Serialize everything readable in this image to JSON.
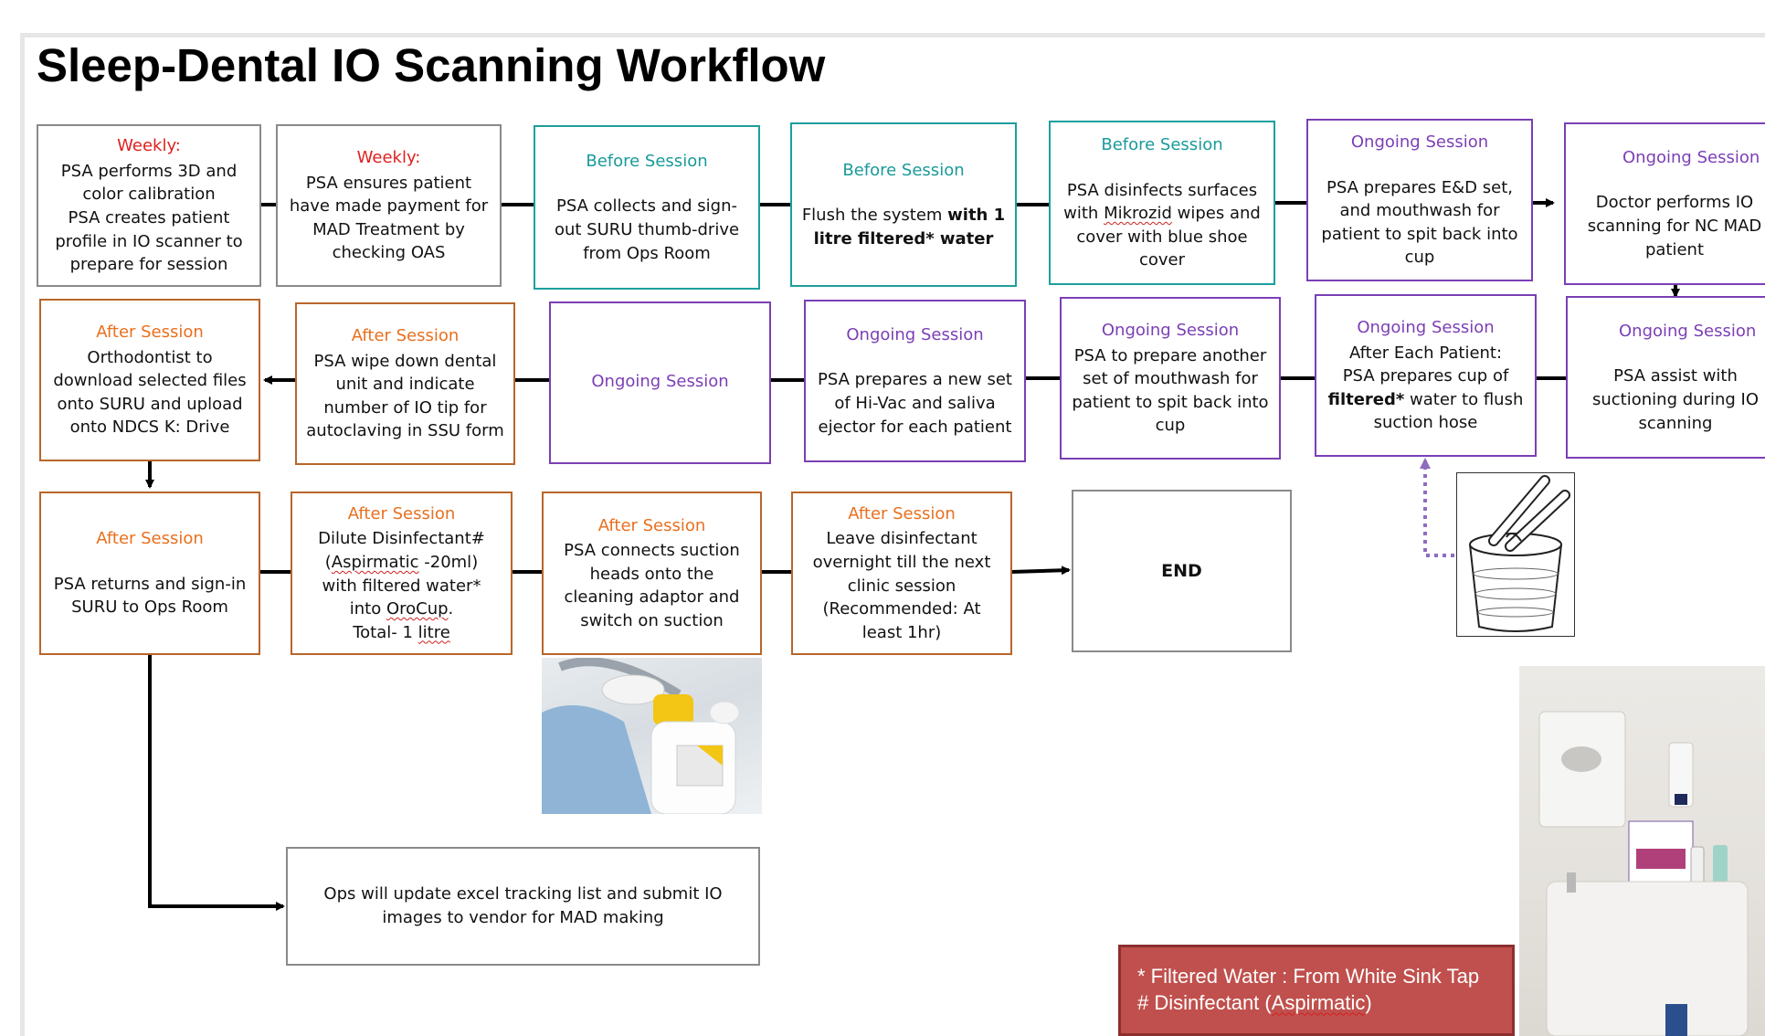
{
  "title": "Sleep-Dental IO Scanning Workflow",
  "colors": {
    "weekly": "#e02020",
    "before": "#1a9a9a",
    "ongoing": "#7b3fb5",
    "after": "#e8701f",
    "legend_bg": "#c0504d"
  },
  "row1": {
    "b1": {
      "head": "Weekly:",
      "l1": "PSA performs 3D and color calibration",
      "l2": "PSA creates patient profile in IO scanner to prepare for session"
    },
    "b2": {
      "head": "Weekly:",
      "body": "PSA ensures patient have made payment for MAD Treatment by checking OAS"
    },
    "b3": {
      "head": "Before Session",
      "body": "PSA collects and sign-out SURU thumb-drive from Ops Room"
    },
    "b4": {
      "head": "Before Session",
      "pre": "Flush the system ",
      "bold": "with 1 litre filtered* water"
    },
    "b5": {
      "head": "Before Session",
      "pre": "PSA disinfects surfaces with ",
      "sq": "Mikrozid",
      "post": " wipes and cover with blue shoe cover"
    },
    "b6": {
      "head": "Ongoing Session",
      "body": "PSA prepares E&D set, and mouthwash for patient to spit back into cup"
    },
    "b7": {
      "head": "Ongoing Session",
      "body": "Doctor performs IO scanning for NC MAD patient"
    }
  },
  "row2": {
    "b1": {
      "head": "After Session",
      "body": "Orthodontist to download selected files onto SURU and upload onto NDCS K: Drive"
    },
    "b2": {
      "head": "After Session",
      "body": "PSA wipe down dental unit and indicate number of IO tip for autoclaving in SSU form"
    },
    "b3": {
      "head": "Ongoing Session"
    },
    "b4": {
      "head": "Ongoing Session",
      "body": "PSA prepares a new set of Hi-Vac and saliva ejector for each patient"
    },
    "b5": {
      "head": "Ongoing Session",
      "body": "PSA to prepare another set of mouthwash for patient to spit back into cup"
    },
    "b6": {
      "head": "Ongoing  Session",
      "l1": "After Each Patient:",
      "pre": "PSA prepares  cup of ",
      "bold": "filtered*",
      "post": " water to flush suction hose"
    },
    "b7": {
      "head": "Ongoing Session",
      "body": "PSA assist with suctioning during IO scanning"
    }
  },
  "row3": {
    "b1": {
      "head": "After Session",
      "body": "PSA returns and sign-in SURU to Ops Room"
    },
    "b2": {
      "head": "After Session",
      "l1": "Dilute Disinfectant#",
      "l2a": "(",
      "l2sq": "Aspirmatic",
      "l2b": " -20ml)",
      "l3": "with filtered water*",
      "l4a": "into ",
      "l4sq": "OroCup",
      "l4b": ".",
      "l5a": "Total- 1 ",
      "l5sq": "litre"
    },
    "b3": {
      "head": "After Session",
      "body": "PSA connects suction heads onto the cleaning adaptor and switch on suction"
    },
    "b4": {
      "head": "After Session",
      "body": "Leave disinfectant overnight till the next clinic session (Recommended: At least 1hr)"
    },
    "end": "END"
  },
  "ops_box": "Ops will update excel tracking list and submit IO images to vendor for MAD making",
  "legend": {
    "l1": "* Filtered Water : From White Sink Tap",
    "l2a": "# Disinfectant  (",
    "l2sq": "Aspirmatic",
    "l2b": ")"
  }
}
